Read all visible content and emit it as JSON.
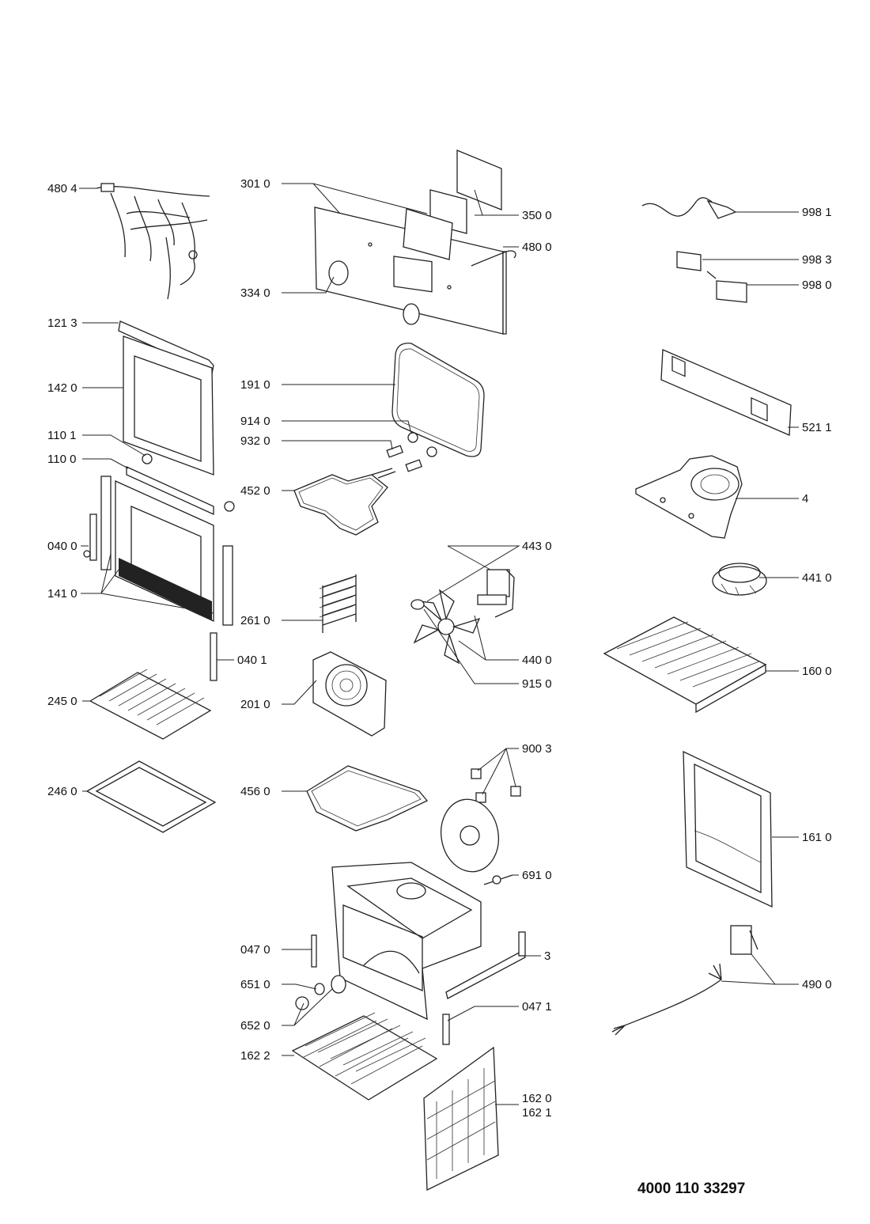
{
  "document_number": "4000 110 33297",
  "labels": [
    {
      "id": "480-4",
      "text": "480 4"
    },
    {
      "id": "301-0",
      "text": "301 0"
    },
    {
      "id": "350-0",
      "text": "350 0"
    },
    {
      "id": "480-0",
      "text": "480 0"
    },
    {
      "id": "334-0",
      "text": "334 0"
    },
    {
      "id": "998-1",
      "text": "998 1"
    },
    {
      "id": "998-3",
      "text": "998 3"
    },
    {
      "id": "998-0",
      "text": "998 0"
    },
    {
      "id": "121-3",
      "text": "121 3"
    },
    {
      "id": "142-0",
      "text": "142 0"
    },
    {
      "id": "191-0",
      "text": "191 0"
    },
    {
      "id": "914-0",
      "text": "914 0"
    },
    {
      "id": "932-0",
      "text": "932 0"
    },
    {
      "id": "110-1",
      "text": "110 1"
    },
    {
      "id": "110-0",
      "text": "110 0"
    },
    {
      "id": "521-1",
      "text": "521 1"
    },
    {
      "id": "452-0",
      "text": "452 0"
    },
    {
      "id": "4",
      "text": "4"
    },
    {
      "id": "040-0",
      "text": "040 0"
    },
    {
      "id": "443-0",
      "text": "443 0"
    },
    {
      "id": "141-0",
      "text": "141 0"
    },
    {
      "id": "441-0",
      "text": "441 0"
    },
    {
      "id": "261-0",
      "text": "261 0"
    },
    {
      "id": "040-1",
      "text": "040 1"
    },
    {
      "id": "440-0",
      "text": "440 0"
    },
    {
      "id": "160-0",
      "text": "160 0"
    },
    {
      "id": "915-0",
      "text": "915 0"
    },
    {
      "id": "245-0",
      "text": "245 0"
    },
    {
      "id": "201-0",
      "text": "201 0"
    },
    {
      "id": "900-3",
      "text": "900 3"
    },
    {
      "id": "246-0",
      "text": "246 0"
    },
    {
      "id": "456-0",
      "text": "456 0"
    },
    {
      "id": "161-0",
      "text": "161 0"
    },
    {
      "id": "691-0",
      "text": "691 0"
    },
    {
      "id": "3",
      "text": "3"
    },
    {
      "id": "047-0",
      "text": "047 0"
    },
    {
      "id": "490-0",
      "text": "490 0"
    },
    {
      "id": "651-0",
      "text": "651 0"
    },
    {
      "id": "047-1",
      "text": "047 1"
    },
    {
      "id": "652-0",
      "text": "652 0"
    },
    {
      "id": "162-2",
      "text": "162 2"
    },
    {
      "id": "162-0",
      "text": "162 0"
    },
    {
      "id": "162-1",
      "text": "162 1"
    }
  ]
}
